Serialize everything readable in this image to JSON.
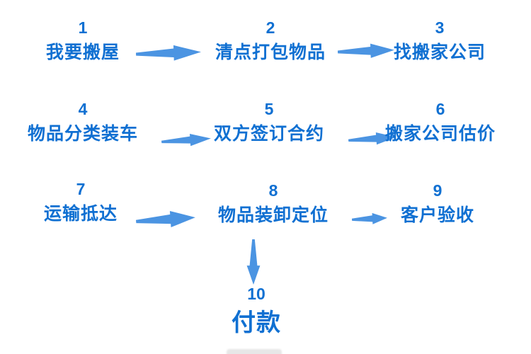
{
  "diagram": {
    "type": "flowchart",
    "topic": "moving-house-process",
    "steps": [
      {
        "num": "1",
        "label": "我要搬屋"
      },
      {
        "num": "2",
        "label": "清点打包物品"
      },
      {
        "num": "3",
        "label": "找搬家公司"
      },
      {
        "num": "4",
        "label": "物品分类装车"
      },
      {
        "num": "5",
        "label": "双方签订合约"
      },
      {
        "num": "6",
        "label": "搬家公司估价"
      },
      {
        "num": "7",
        "label": "运输抵达"
      },
      {
        "num": "8",
        "label": "物品装卸定位"
      },
      {
        "num": "9",
        "label": "客户验收"
      },
      {
        "num": "10",
        "label": "付款"
      }
    ],
    "connections": [
      {
        "from": "1",
        "to": "2",
        "direction": "right"
      },
      {
        "from": "2",
        "to": "3",
        "direction": "right"
      },
      {
        "from": "4",
        "to": "5",
        "direction": "right"
      },
      {
        "from": "5",
        "to": "6",
        "direction": "right"
      },
      {
        "from": "7",
        "to": "8",
        "direction": "right"
      },
      {
        "from": "8",
        "to": "9",
        "direction": "right"
      },
      {
        "from": "8",
        "to": "10",
        "direction": "down"
      }
    ]
  },
  "colors": {
    "text_blue": "#1070d2",
    "arrow_blue": "#4b94e2",
    "background": "#ffffff"
  }
}
